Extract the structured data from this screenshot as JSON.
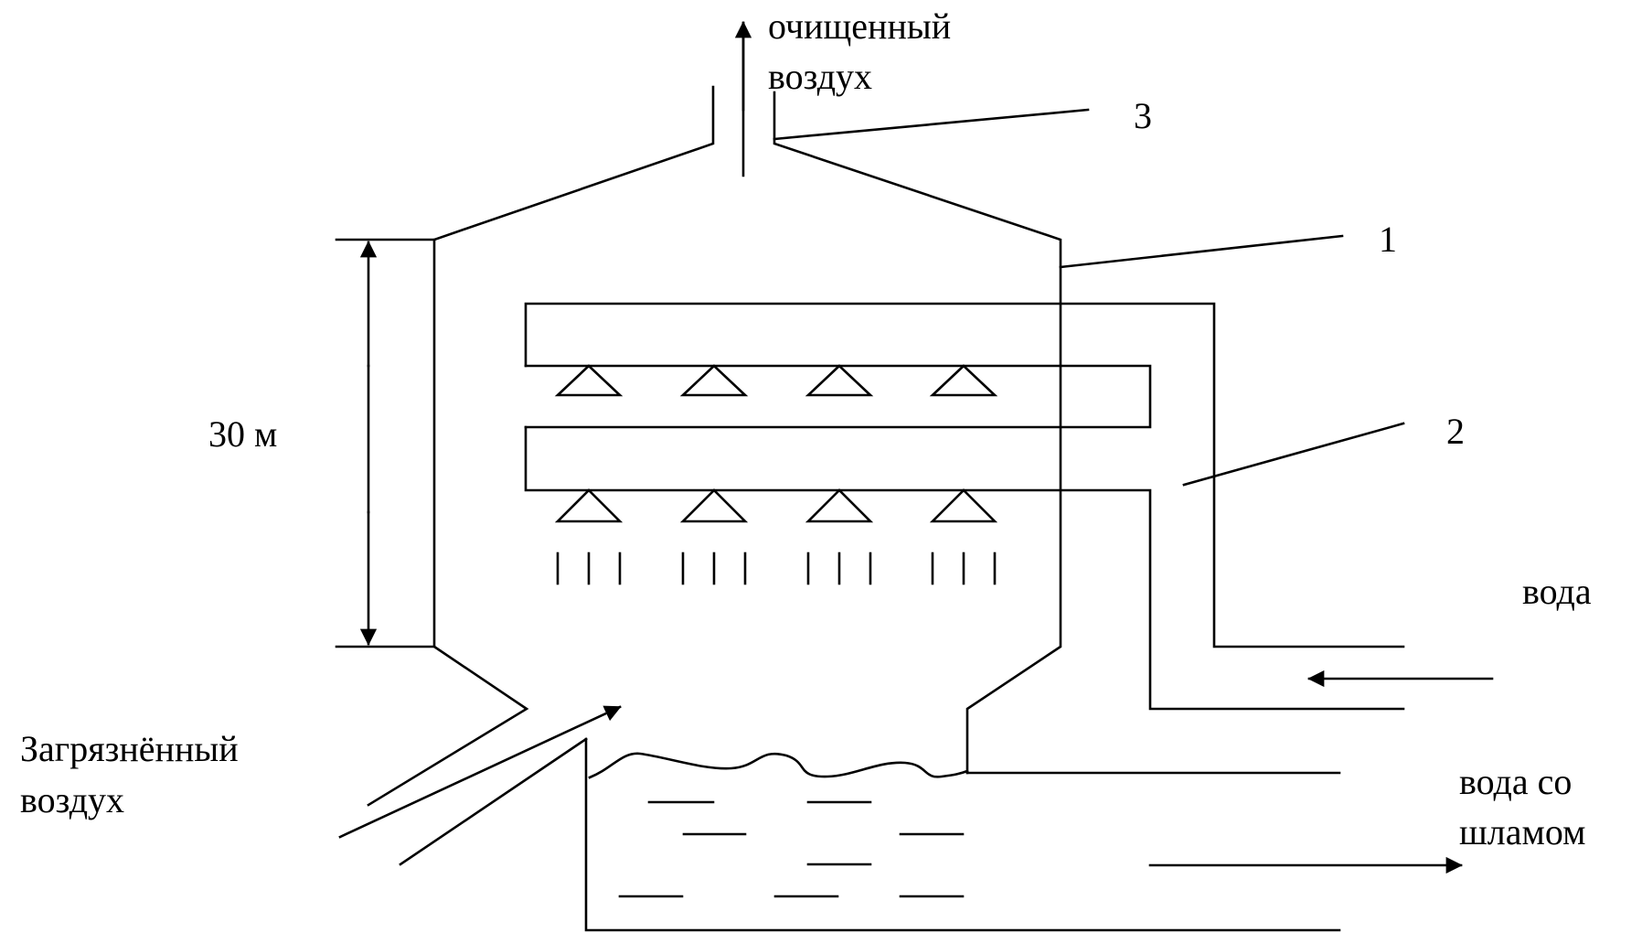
{
  "labels": {
    "clean_air_line1": "очищенный",
    "clean_air_line2": "воздух",
    "dirty_air_line1": "Загрязнённый",
    "dirty_air_line2": "воздух",
    "water": "вода",
    "sludge_water_line1": "вода со",
    "sludge_water_line2": "шламом",
    "height": "30 м",
    "callout_1": "1",
    "callout_2": "2",
    "callout_3": "3"
  },
  "colors": {
    "stroke": "#000000",
    "background": "#ffffff"
  }
}
